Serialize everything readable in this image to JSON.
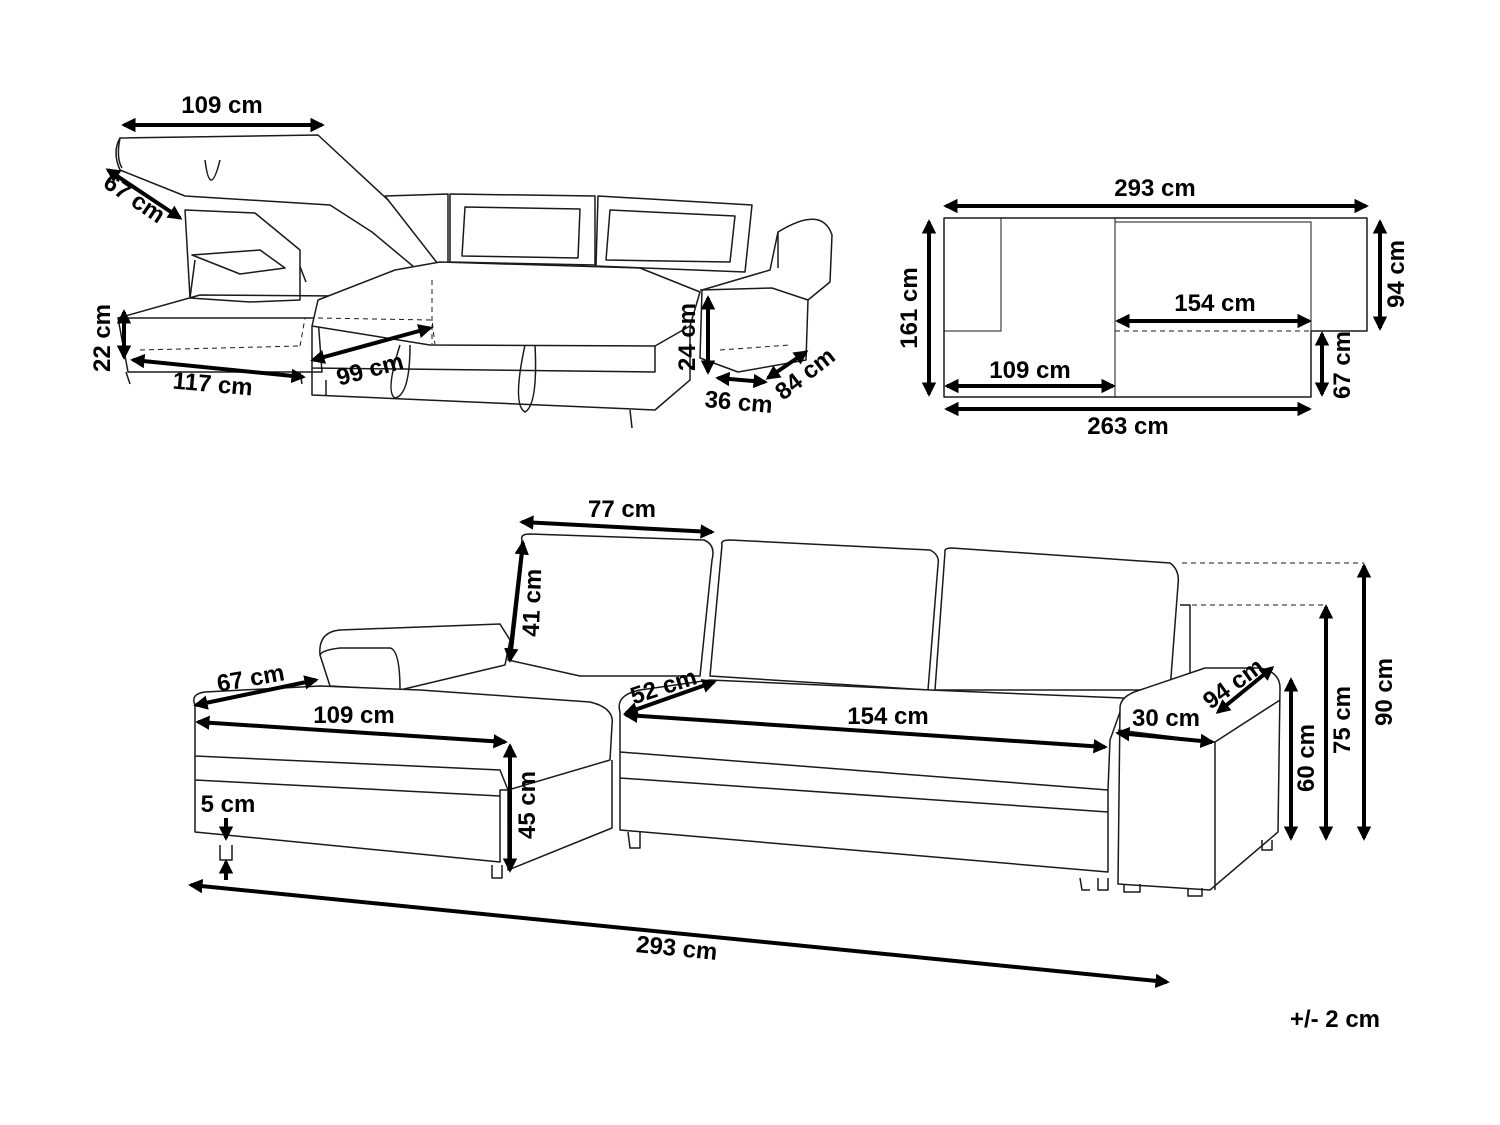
{
  "perspective_view": {
    "lid_width": "109 cm",
    "lid_depth": "67 cm",
    "storage_height": "22 cm",
    "chaise_length": "117 cm",
    "bed_depth": "99 cm",
    "armrest_height": "24 cm",
    "armrest_width": "36 cm",
    "armrest_depth": "84 cm"
  },
  "top_view": {
    "total_width": "293 cm",
    "total_depth": "161 cm",
    "back_depth": "94 cm",
    "seat_width": "154 cm",
    "chaise_width": "109 cm",
    "seat_depth": "67 cm",
    "base_width": "263 cm"
  },
  "front_view": {
    "cushion_width": "77 cm",
    "cushion_height": "41 cm",
    "chaise_armrest_depth": "67 cm",
    "chaise_seat_width": "109 cm",
    "seat_offset": "52 cm",
    "seat_width": "154 cm",
    "armrest_width": "30 cm",
    "armrest_depth": "94 cm",
    "seat_height": "45 cm",
    "leg_height": "5 cm",
    "armrest_height": "60 cm",
    "back_height": "75 cm",
    "total_height": "90 cm",
    "total_length": "293 cm"
  },
  "tolerance": "+/- 2 cm",
  "icons": {
    "arrowhead": "arrowhead-icon"
  }
}
